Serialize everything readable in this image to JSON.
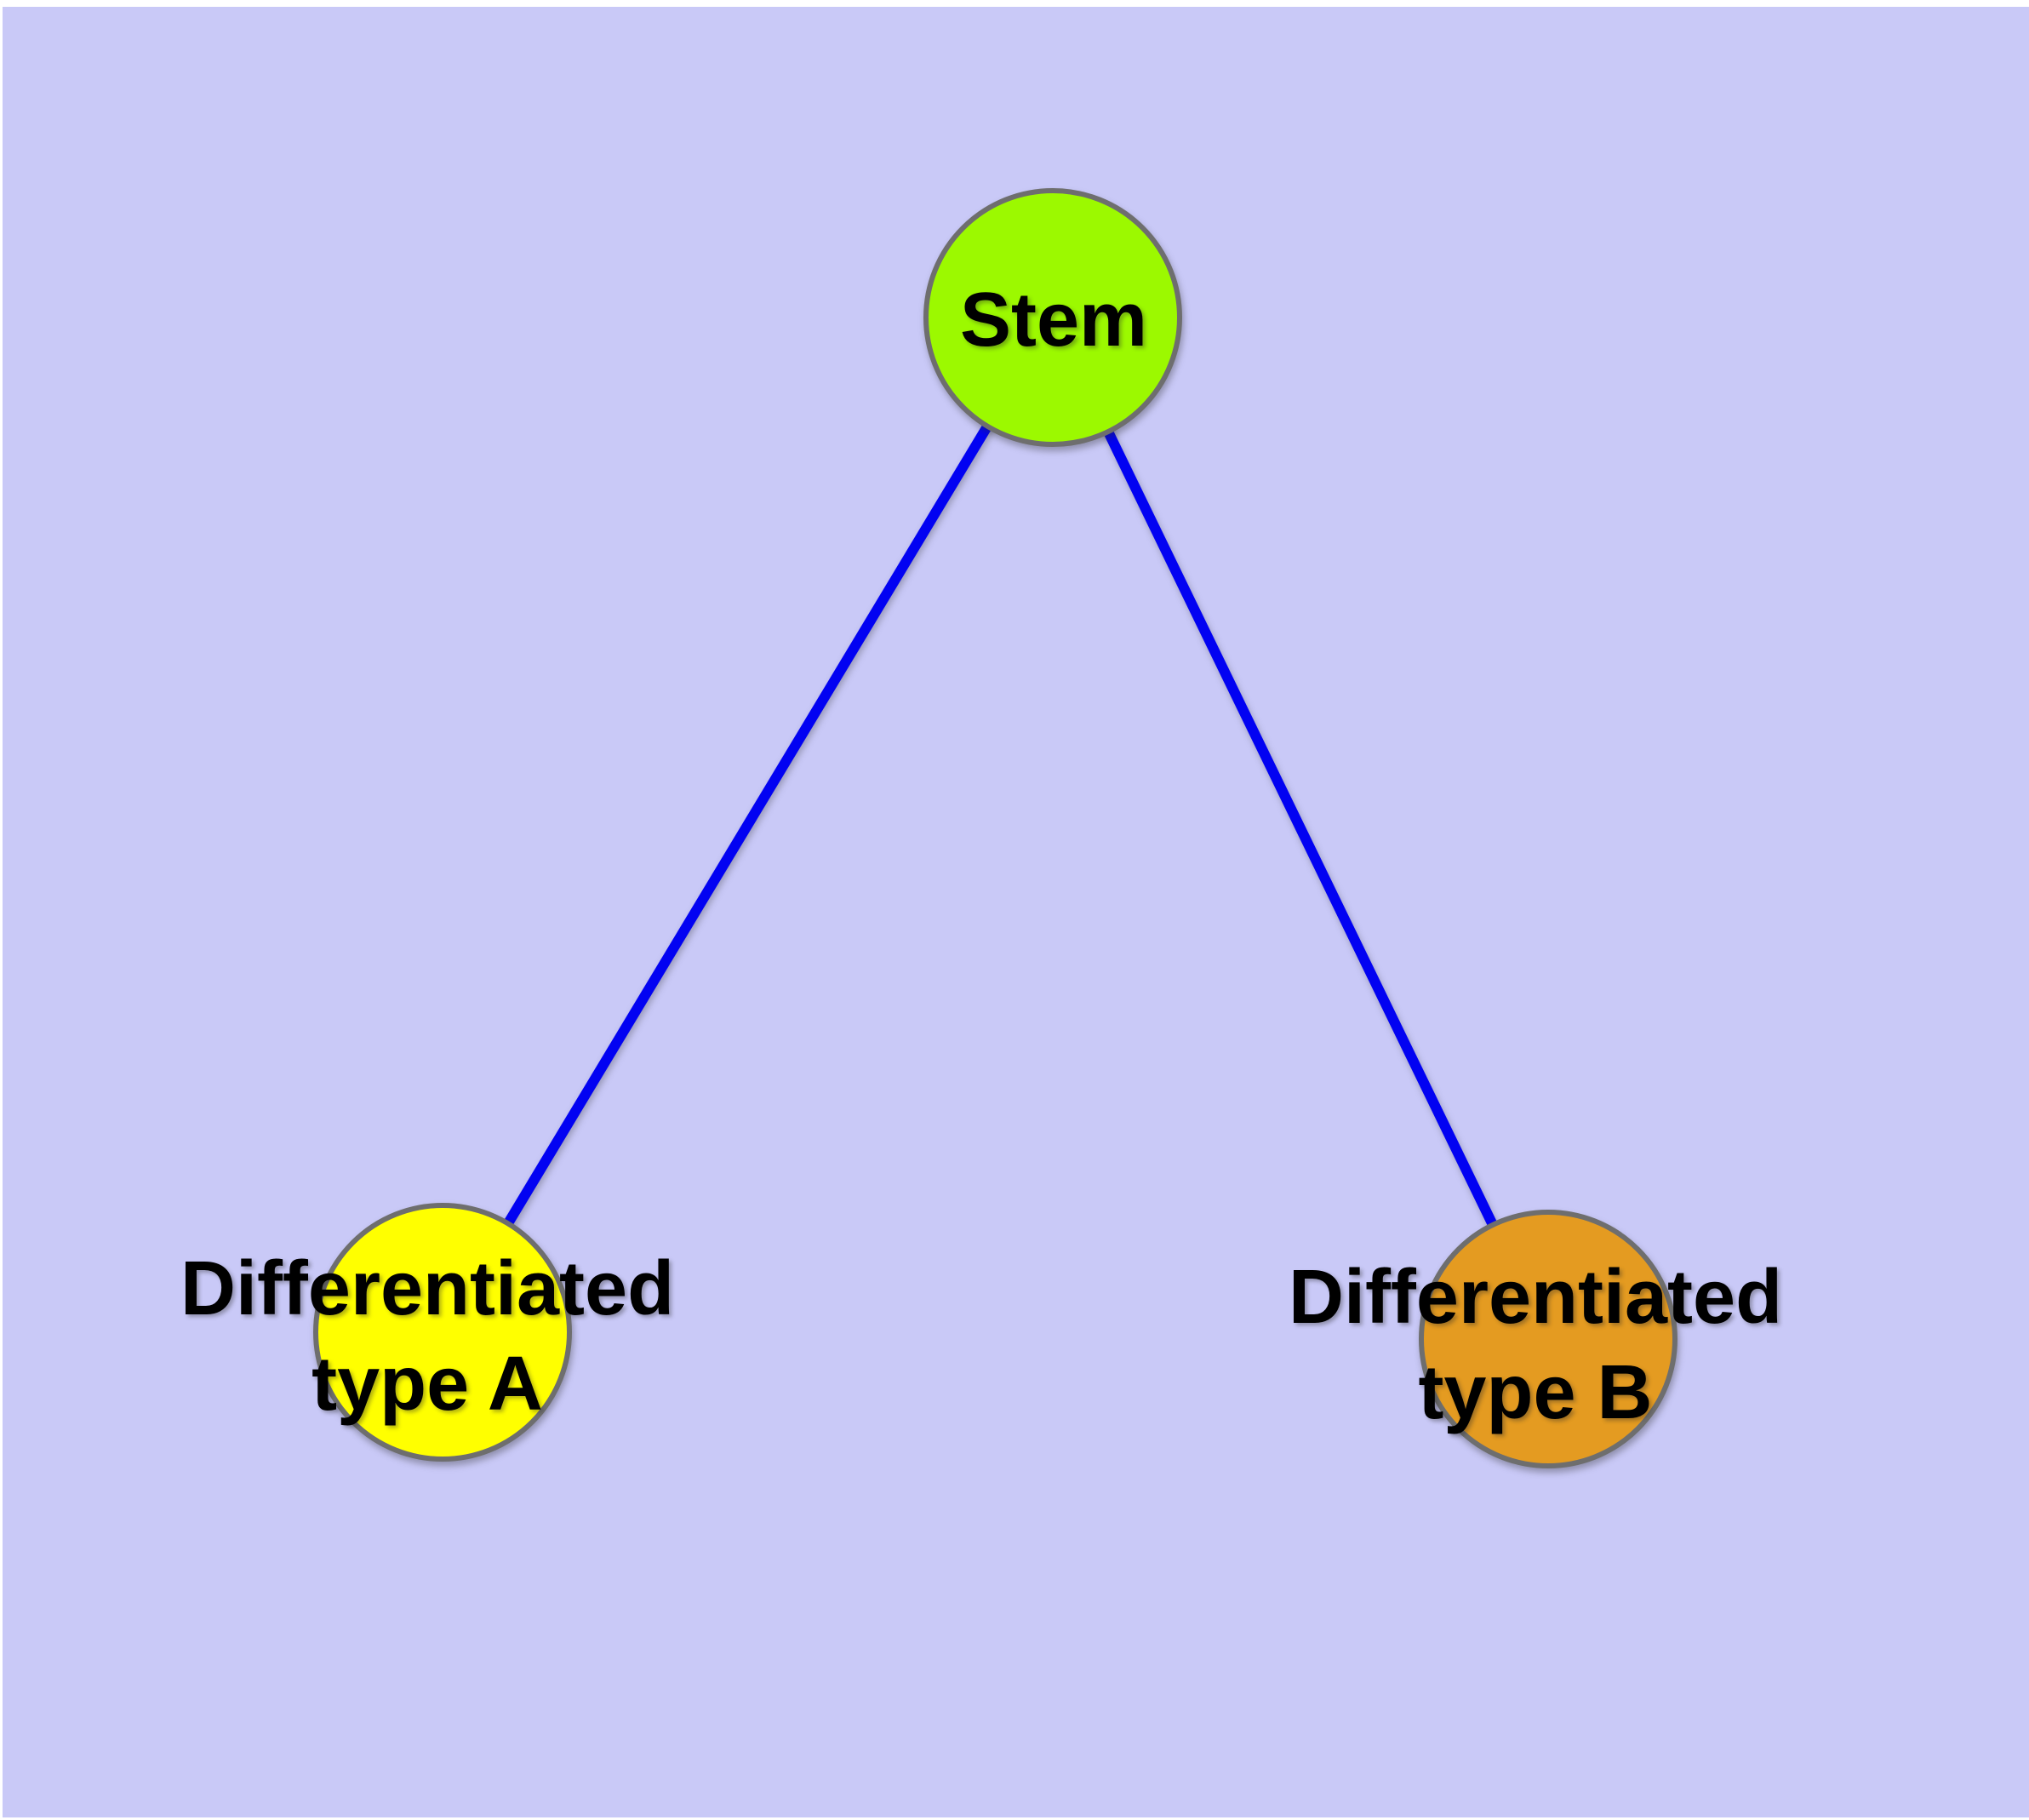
{
  "diagram": {
    "type": "node-link-graph",
    "colors": {
      "plot_background": "#c9c9f7",
      "page_margin": "#ffffff",
      "edge": "#0202f2",
      "node_border": "#6e6e6e",
      "label": "#000000"
    },
    "nodes": [
      {
        "id": "stem",
        "label": "Stem",
        "label_lines": [
          "Stem"
        ],
        "fill": "#9cf900"
      },
      {
        "id": "differentiated-type-a",
        "label": "Differentiated type A",
        "label_lines": [
          "Differentiated",
          "type A"
        ],
        "fill": "#ffff00"
      },
      {
        "id": "differentiated-type-b",
        "label": "Differentiated type B",
        "label_lines": [
          "Differentiated",
          "type B"
        ],
        "fill": "#e49b21"
      }
    ],
    "edges": [
      {
        "from": "Stem",
        "to": "Differentiated type A"
      },
      {
        "from": "Stem",
        "to": "Differentiated type B"
      }
    ]
  }
}
